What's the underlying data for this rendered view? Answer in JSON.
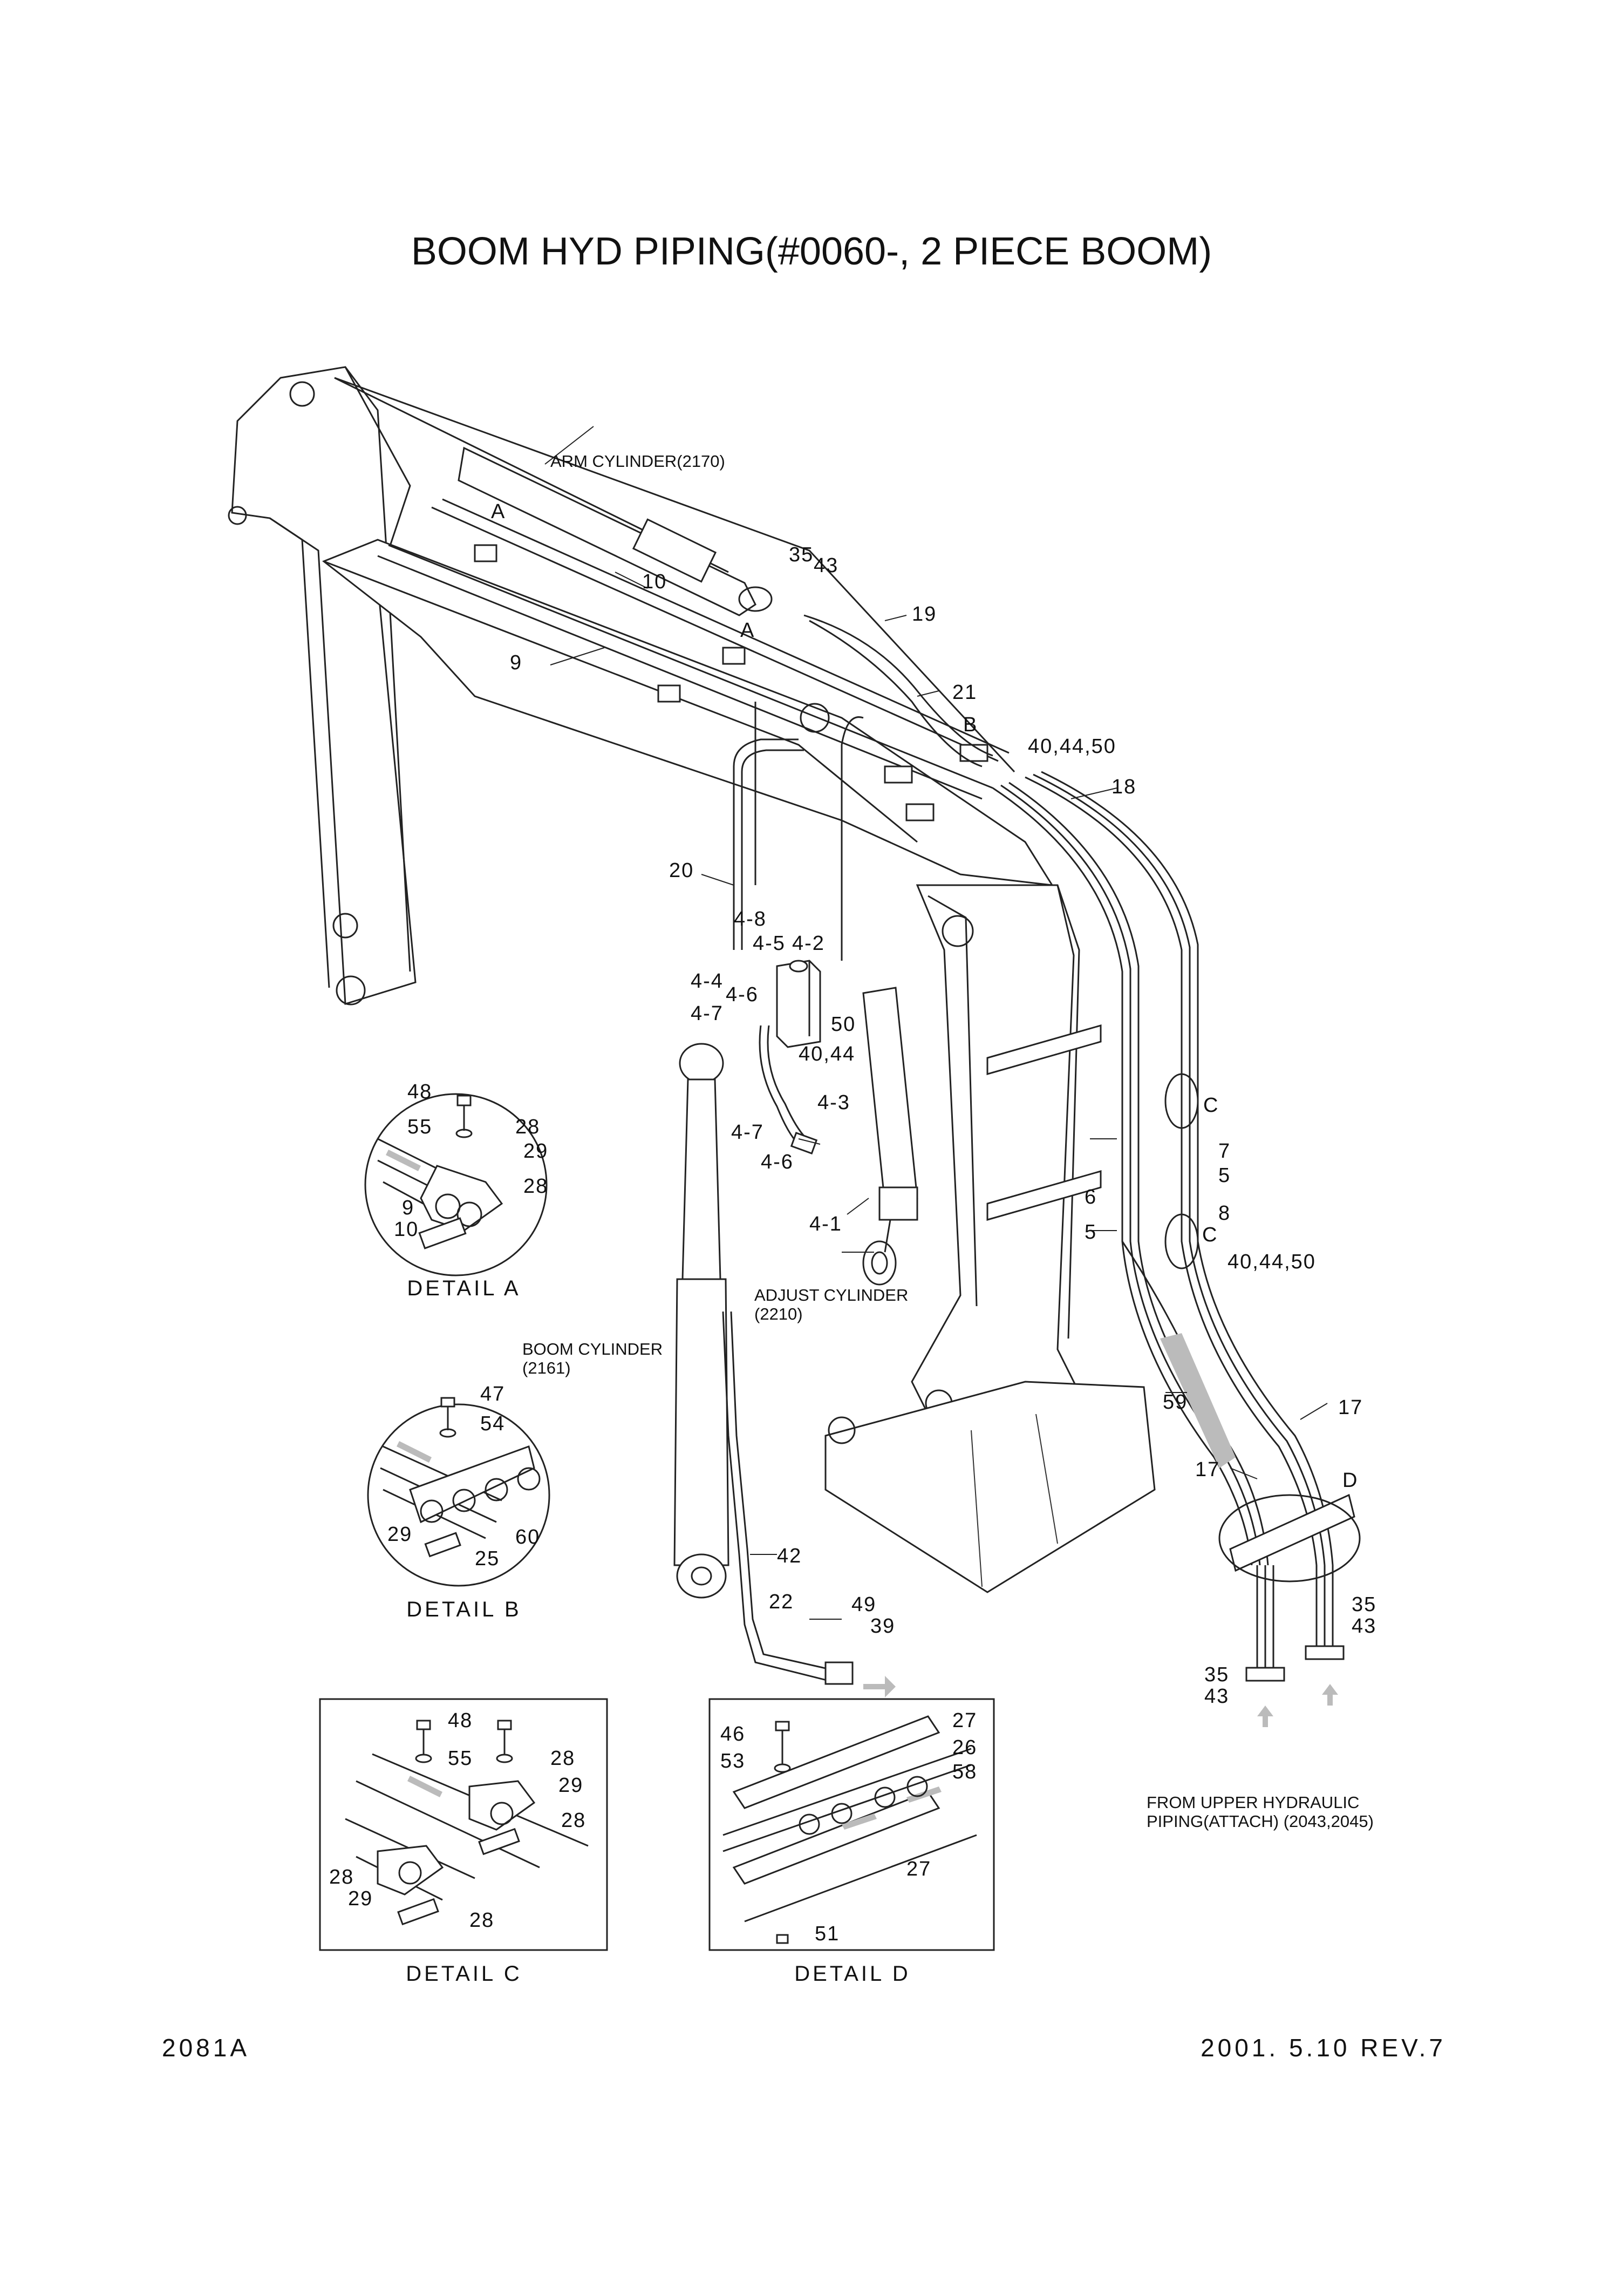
{
  "title": "BOOM HYD PIPING(#0060-, 2 PIECE BOOM)",
  "notes": {
    "arm_cylinder": "ARM CYLINDER(2170)",
    "adjust_cylinder_1": "ADJUST CYLINDER",
    "adjust_cylinder_2": "(2210)",
    "boom_cylinder_1": "BOOM CYLINDER",
    "boom_cylinder_2": "(2161)",
    "from_upper_1": "FROM UPPER HYDRAULIC",
    "from_upper_2": "PIPING(ATTACH) (2043,2045)"
  },
  "details": {
    "a": "DETAIL  A",
    "b": "DETAIL  B",
    "c": "DETAIL  C",
    "d": "DETAIL  D"
  },
  "footer": {
    "drawing_no": "2081A",
    "revision": "2001. 5.10 REV.7"
  },
  "callouts": {
    "c01": "A",
    "c02": "A",
    "c03": "35",
    "c04": "43",
    "c05": "10",
    "c06": "19",
    "c07": "9",
    "c08": "21",
    "c09": "B",
    "c10": "40,44,50",
    "c11": "18",
    "c12": "20",
    "c13": "4-8",
    "c14": "4-5",
    "c15": "4-2",
    "c16": "4-4",
    "c17": "4-6",
    "c18": "4-7",
    "c19": "50",
    "c20": "40,44",
    "c21": "4-3",
    "c22": "4-7",
    "c23": "4-6",
    "c24": "4-1",
    "c25": "C",
    "c26": "7",
    "c27": "5",
    "c28": "6",
    "c29": "8",
    "c30": "5",
    "c31": "C",
    "c32": "40,44,50",
    "c33": "59",
    "c34": "17",
    "c35": "17",
    "c36": "D",
    "c37": "42",
    "c38": "22",
    "c39": "49",
    "c40": "39",
    "c41": "35",
    "c42": "43",
    "c43": "35",
    "c44": "43",
    "a1": "48",
    "a2": "55",
    "a3": "28",
    "a4": "29",
    "a5": "28",
    "a6": "9",
    "a7": "10",
    "b1": "47",
    "b2": "54",
    "b3": "29",
    "b4": "60",
    "b5": "25",
    "cc1": "48",
    "cc2": "55",
    "cc3": "28",
    "cc4": "29",
    "cc5": "28",
    "cc6": "28",
    "cc7": "29",
    "cc8": "28",
    "d1": "46",
    "d2": "27",
    "d3": "26",
    "d4": "53",
    "d5": "58",
    "d6": "27",
    "d7": "51"
  }
}
